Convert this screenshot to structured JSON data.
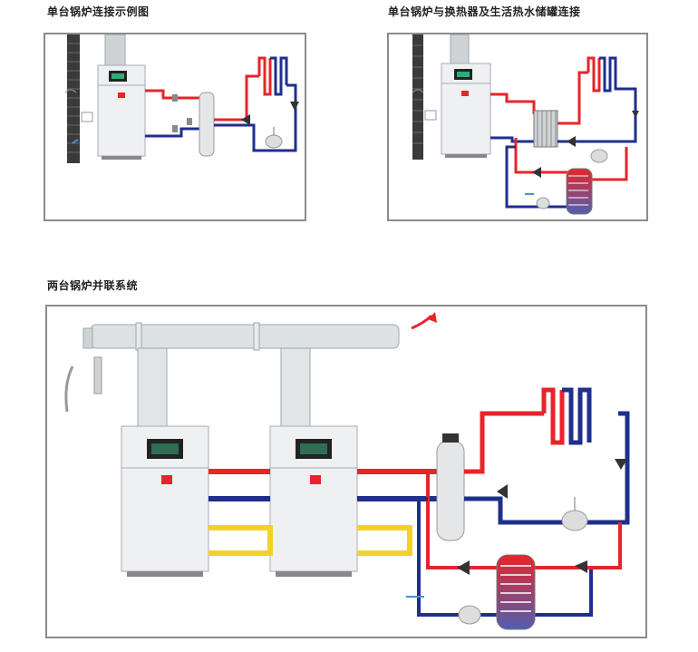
{
  "captions": {
    "single_boiler": "单台锅炉连接示例图",
    "boiler_heat_exchanger": "单台锅炉与换热器及生活热水储罐连接",
    "two_boiler_parallel": "两台锅炉并联系统"
  },
  "colors": {
    "hot_supply": "#e8242a",
    "cold_return": "#1f2f8c",
    "gas_line": "#f2d22a",
    "boiler_body": "#eef0f2",
    "panel_border": "#8c8c8c"
  },
  "icons": [
    "boiler-unit",
    "chimney",
    "radiator",
    "pump",
    "expansion-tank",
    "hydraulic-separator",
    "plate-heat-exchanger",
    "hot-water-tank",
    "valve",
    "flue-pipe",
    "arrow-icon"
  ]
}
